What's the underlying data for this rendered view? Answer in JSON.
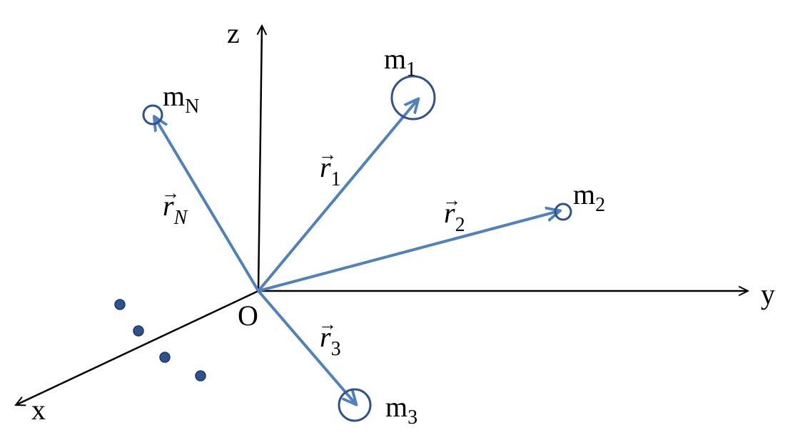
{
  "colors": {
    "axis": "#000000",
    "vector": "#4f81bd",
    "mass_outline": "#2f528f",
    "dot": "#2f528f",
    "background": "#ffffff"
  },
  "axes": {
    "z": "z",
    "y": "y",
    "x": "x",
    "origin": "O"
  },
  "masses": {
    "m1": {
      "base": "m",
      "sub": "1"
    },
    "m2": {
      "base": "m",
      "sub": "2"
    },
    "m3": {
      "base": "m",
      "sub": "3"
    },
    "mN": {
      "base": "m",
      "sub": "N"
    }
  },
  "vectors": {
    "r1": {
      "base": "r",
      "sub": "1",
      "arrow": "→"
    },
    "r2": {
      "base": "r",
      "sub": "2",
      "arrow": "→"
    },
    "r3": {
      "base": "r",
      "sub": "3",
      "arrow": "→"
    },
    "rN": {
      "base": "r",
      "sub": "N",
      "arrow": "→"
    }
  },
  "ellipsis_dots": {
    "count": 4
  }
}
